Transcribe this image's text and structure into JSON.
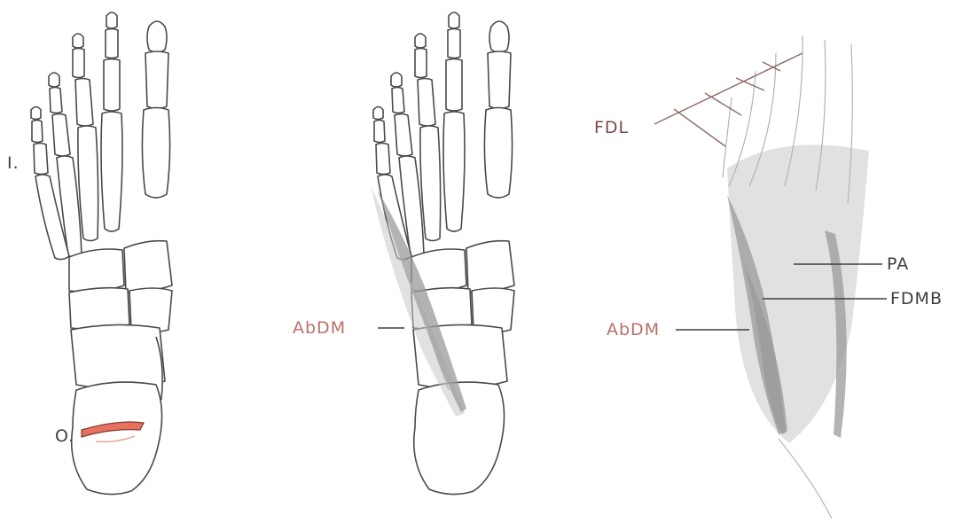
{
  "figure": {
    "panel_left": {
      "labels": {
        "insertion": "I.",
        "origin": "O."
      },
      "colors": {
        "origin_mark": "#e8705e",
        "origin_mark_outline": "#7a3a30",
        "bone_outline": "#4a4a4a"
      }
    },
    "panel_middle": {
      "labels": {
        "abdm": "AbDM"
      },
      "colors": {
        "label": "#b8706a",
        "muscle": "#9a9a9a"
      }
    },
    "panel_right": {
      "labels": {
        "fdl": "FDL",
        "pa": "PA",
        "fdmb": "FDMB",
        "abdm": "AbDM"
      },
      "colors": {
        "fdl_label": "#7a4a4a",
        "abdm_label": "#b8706a",
        "other_labels": "#3e3e3e"
      }
    }
  }
}
